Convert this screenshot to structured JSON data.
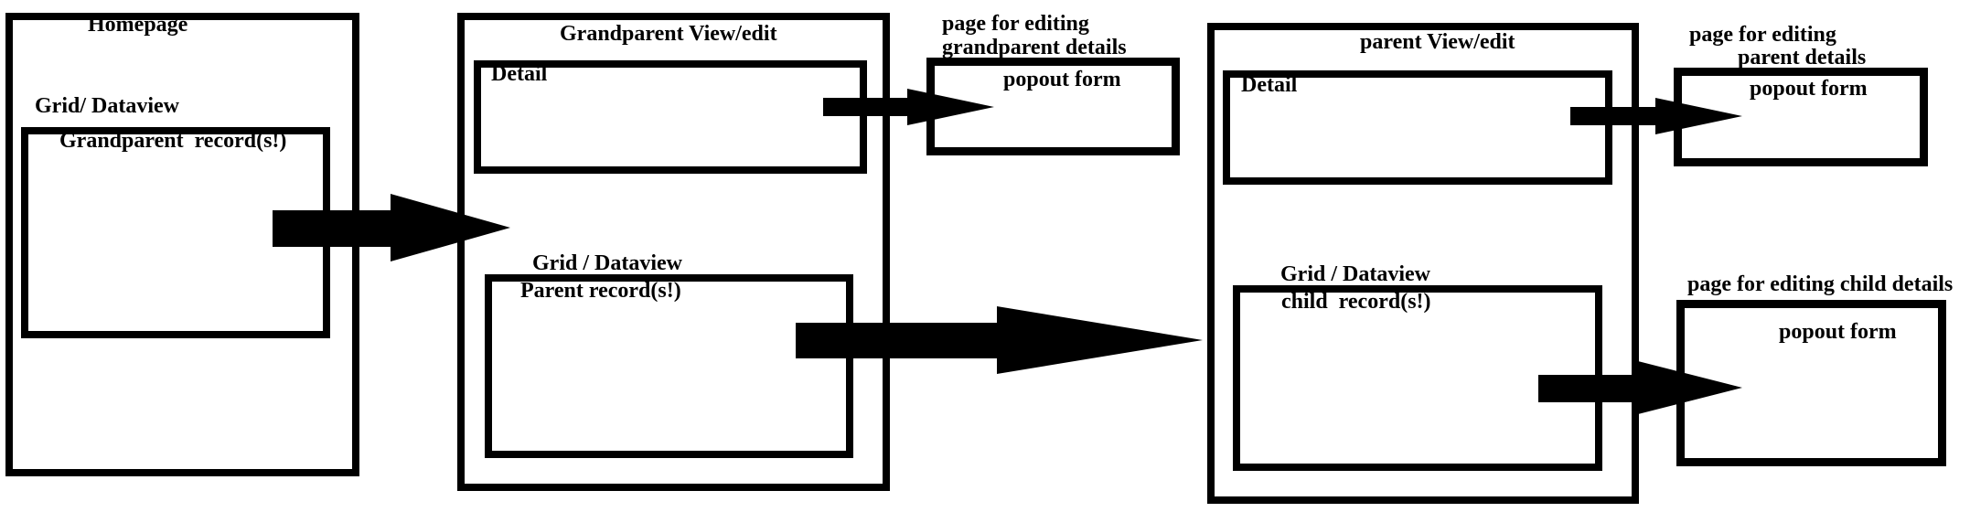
{
  "colors": {
    "ink": "#000000",
    "background": "#ffffff"
  },
  "diagram": {
    "homepage": {
      "title": "Homepage",
      "grid_label": "Grid/ Dataview",
      "record_box_label": "Grandparent  record(s!)"
    },
    "grandparent_view": {
      "title": "Grandparent View/edit",
      "detail_label": "Detail",
      "grid_label": "Grid / Dataview",
      "record_box_label": "Parent record(s!)"
    },
    "grandparent_popout": {
      "caption": "page for editing\ngrandparent details",
      "form_label": "popout form"
    },
    "parent_view": {
      "title": "parent View/edit",
      "detail_label": "Detail",
      "grid_label": "Grid / Dataview",
      "record_box_label": "child  record(s!)"
    },
    "parent_popout": {
      "caption_line1": "page for editing",
      "caption_line2": "parent details",
      "form_label": "popout form"
    },
    "child_popout": {
      "caption": "page for editing child details",
      "form_label": "popout form"
    }
  }
}
